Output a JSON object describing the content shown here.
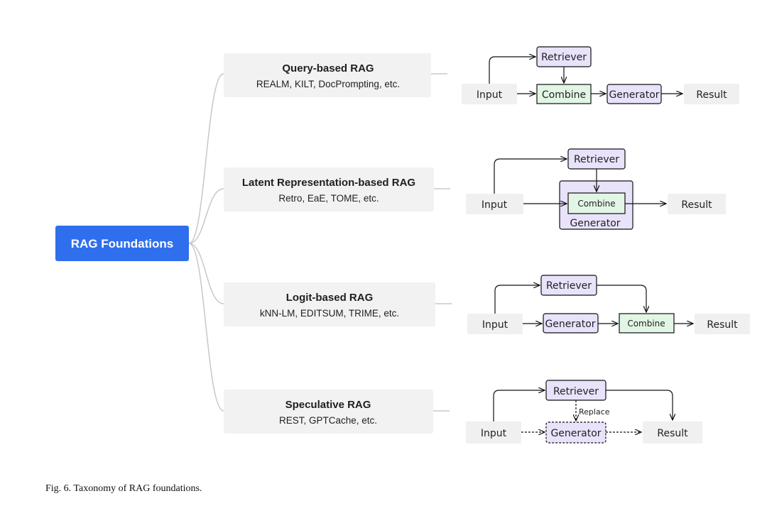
{
  "root": {
    "label": "RAG Foundations",
    "color": "#2f6fed"
  },
  "categories": [
    {
      "title": "Query-based RAG",
      "examples": "REALM, KILT, DocPrompting, etc.",
      "flow": {
        "input": "Input",
        "retriever": "Retriever",
        "combine": "Combine",
        "generator": "Generator",
        "result": "Result"
      }
    },
    {
      "title": "Latent Representation-based RAG",
      "examples": "Retro, EaE, TOME, etc.",
      "flow": {
        "input": "Input",
        "retriever": "Retriever",
        "combine": "Combine",
        "generator": "Generator",
        "result": "Result"
      }
    },
    {
      "title": "Logit-based RAG",
      "examples": "kNN-LM, EDITSUM, TRIME, etc.",
      "flow": {
        "input": "Input",
        "retriever": "Retriever",
        "generator": "Generator",
        "combine": "Combine",
        "result": "Result"
      }
    },
    {
      "title": "Speculative RAG",
      "examples": "REST, GPTCache, etc.",
      "flow": {
        "input": "Input",
        "retriever": "Retriever",
        "replace": "Replace",
        "generator": "Generator",
        "result": "Result"
      }
    }
  ],
  "colors": {
    "retriever_fill": "#e9e2fb",
    "generator_fill": "#e9e2fb",
    "combine_fill": "#e2f6e5",
    "terminal_fill": "#f0f0f0",
    "category_fill": "#f2f2f2",
    "connector": "#c8c8c8"
  },
  "caption": "Fig. 6.  Taxonomy of RAG foundations."
}
